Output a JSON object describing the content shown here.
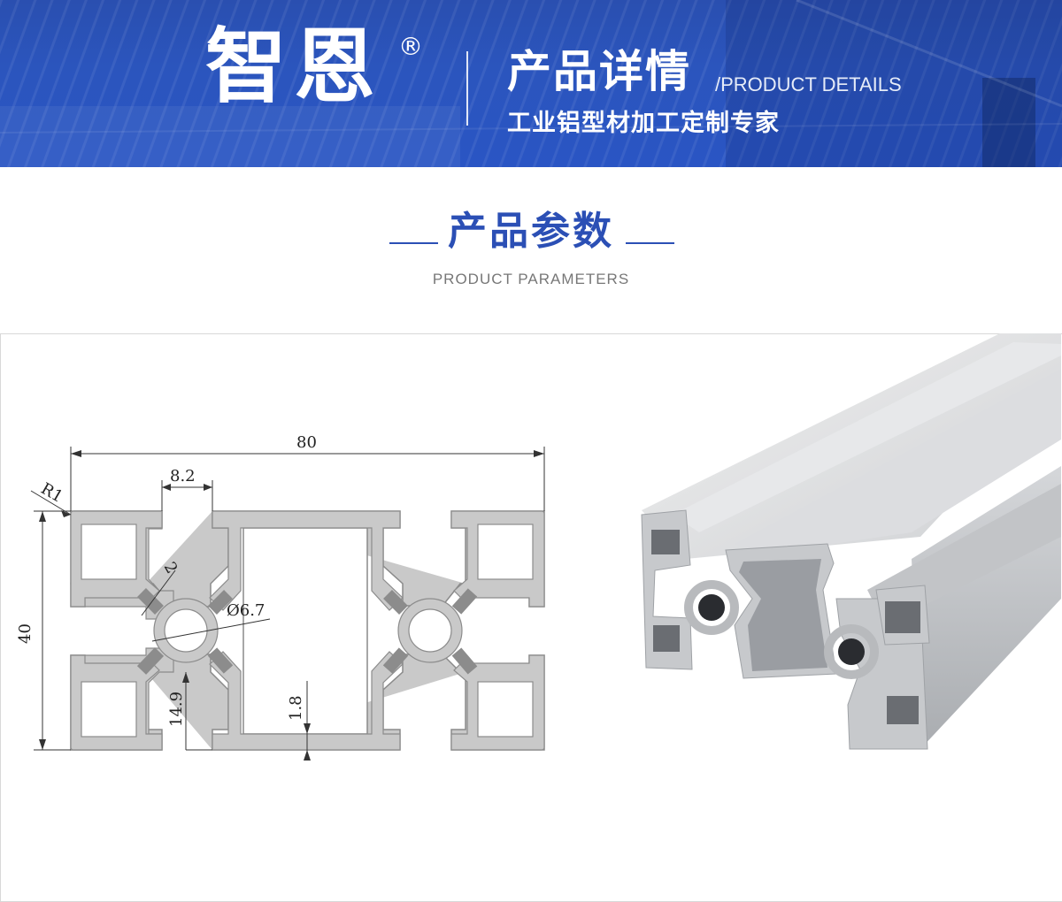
{
  "banner": {
    "brand": "智恩",
    "registered_mark": "®",
    "title_cn": "产品详情",
    "title_en": "/PRODUCT DETAILS",
    "subtitle": "工业铝型材加工定制专家"
  },
  "section": {
    "title_cn": "产品参数",
    "title_en": "PRODUCT PARAMETERS"
  },
  "drawing": {
    "dim_width": "80",
    "dim_height": "40",
    "dim_slot": "8.2",
    "dim_radius": "R1",
    "dim_wall": "2",
    "dim_hole": "Ø6.7",
    "dim_center": "14.9",
    "dim_thickness": "1.8"
  },
  "colors": {
    "banner": "#2b55bd",
    "accent": "#2b4fb5",
    "profile_fill": "#c8c8c8"
  }
}
